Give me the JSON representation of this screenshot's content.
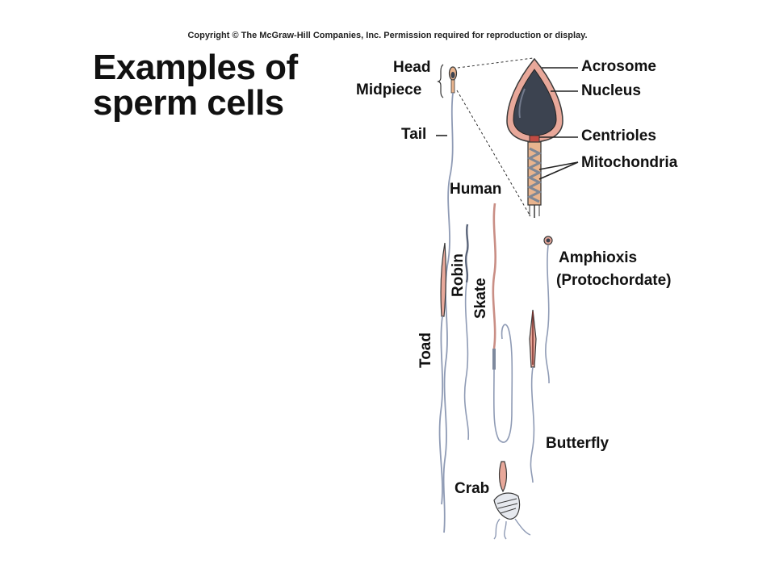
{
  "copyright": "Copyright © The McGraw-Hill Companies, Inc. Permission required for reproduction or display.",
  "title_line1": "Examples of",
  "title_line2": "sperm cells",
  "labels": {
    "head": "Head",
    "midpiece": "Midpiece",
    "tail": "Tail",
    "human": "Human",
    "acrosome": "Acrosome",
    "nucleus": "Nucleus",
    "centrioles": "Centrioles",
    "mitochondria": "Mitochondria",
    "amphioxis": "Amphioxis",
    "protochordate": "(Protochordate)",
    "robin": "Robin",
    "skate": "Skate",
    "toad": "Toad",
    "butterfly": "Butterfly",
    "crab": "Crab"
  },
  "colors": {
    "membrane_pink": "#e8a89a",
    "nucleus_dark": "#3c4350",
    "midpiece_tan": "#e9b48e",
    "tail_blue": "#8f9bb5",
    "outline": "#3a3a3a"
  }
}
